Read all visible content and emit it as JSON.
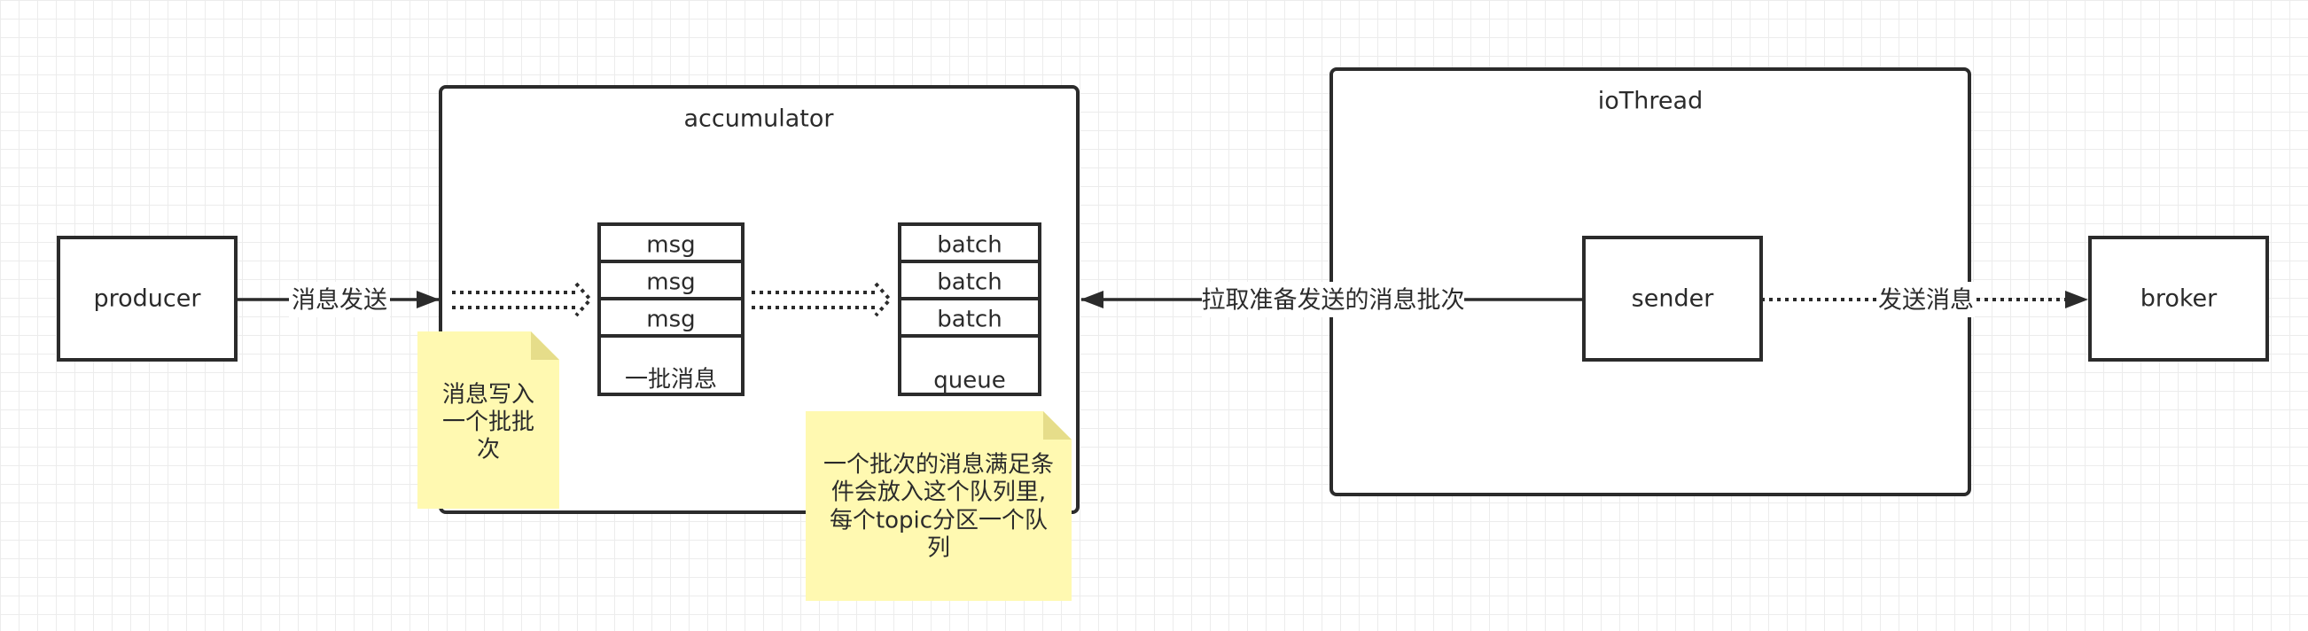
{
  "nodes": {
    "producer": "producer",
    "accumulator": "accumulator",
    "io_thread": "ioThread",
    "sender": "sender",
    "broker": "broker"
  },
  "batch_stack": {
    "cells": [
      "msg",
      "msg",
      "msg"
    ],
    "caption": "一批消息"
  },
  "queue_stack": {
    "cells": [
      "batch",
      "batch",
      "batch"
    ],
    "caption": "queue"
  },
  "edges": {
    "producer_to_accumulator": "消息发送",
    "sender_to_accumulator": "拉取准备发送的消息批次",
    "sender_to_broker": "发送消息"
  },
  "notes": {
    "batch_note": [
      "消息写入",
      "一个批批",
      "次"
    ],
    "queue_note": [
      "一个批次的消息满足条",
      "件会放入这个队列里,",
      "每个topic分区一个队",
      "列"
    ]
  },
  "colors": {
    "stroke": "#2b2b2b",
    "note_fill": "#fff9b1",
    "grid": "#ececec",
    "background": "#ffffff"
  }
}
